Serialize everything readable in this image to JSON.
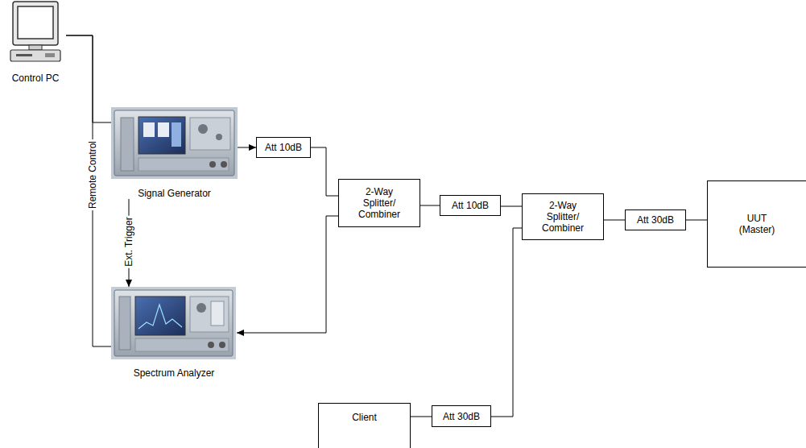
{
  "diagram": {
    "nodes": [
      {
        "text": [
          "Control PC"
        ]
      },
      {
        "text": [
          "Signal Generator"
        ]
      },
      {
        "text": [
          "Att 10dB"
        ]
      },
      {
        "text": [
          "2-Way Splitter/ Combiner"
        ]
      },
      {
        "text": [
          "Att 10dB"
        ]
      },
      {
        "text": [
          "2-Way Splitter/ Combiner"
        ]
      },
      {
        "text": [
          "Att 30dB"
        ]
      },
      {
        "text": [
          "UUT (Master)"
        ]
      },
      {
        "text": [
          "Spectrum Analyzer"
        ]
      },
      {
        "text": [
          "Client"
        ]
      },
      {
        "text": [
          "Att 30dB"
        ]
      }
    ],
    "edges": [
      {
        "from": 0,
        "to": 1,
        "arrow": "none"
      },
      {
        "from": 0,
        "to": 8,
        "label": "Remote Control",
        "arrow": "none"
      },
      {
        "from": 1,
        "to": 2,
        "arrow": "to"
      },
      {
        "from": 2,
        "to": 3,
        "arrow": "none"
      },
      {
        "from": 3,
        "to": 8,
        "arrow": "to"
      },
      {
        "from": 1,
        "to": 8,
        "label": "Ext. Trigger",
        "arrow": "to"
      },
      {
        "from": 3,
        "to": 4,
        "arrow": "none"
      },
      {
        "from": 4,
        "to": 5,
        "arrow": "none"
      },
      {
        "from": 5,
        "to": 6,
        "arrow": "none"
      },
      {
        "from": 6,
        "to": 7,
        "arrow": "none"
      },
      {
        "from": 9,
        "to": 10,
        "arrow": "none"
      },
      {
        "from": 10,
        "to": 5,
        "arrow": "none"
      }
    ]
  }
}
